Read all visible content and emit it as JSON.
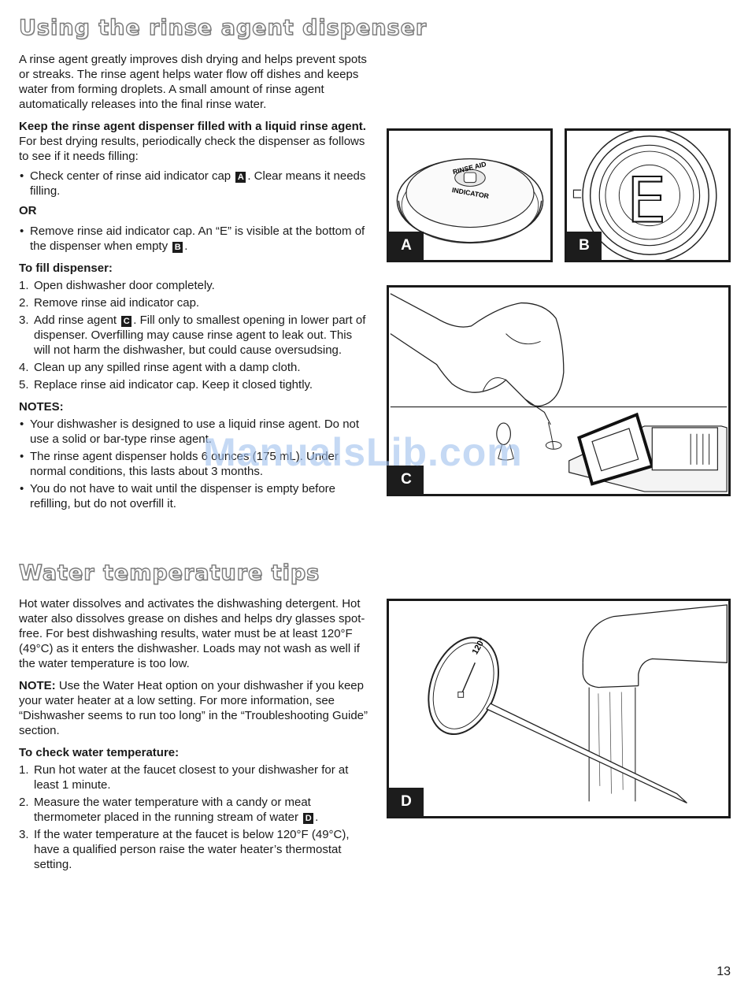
{
  "section1": {
    "heading": "Using the rinse agent dispenser",
    "intro": "A rinse agent greatly improves dish drying and helps prevent spots or streaks. The rinse agent helps water flow off dishes and keeps water from forming droplets. A small amount of rinse agent automatically releases into the final rinse water.",
    "keep_bold": "Keep the rinse agent dispenser filled with a liquid rinse agent.",
    "keep_text": " For best drying results, periodically check the dispenser as follows to see if it needs filling:",
    "bullet1_pre": "Check center of rinse aid indicator cap ",
    "bullet1_ref": "A",
    "bullet1_post": ". Clear means it needs filling.",
    "or_label": "OR",
    "bullet2_pre": "Remove rinse aid indicator cap. An “E” is visible at the bottom of the dispenser when empty ",
    "bullet2_ref": "B",
    "bullet2_post": ".",
    "fill_label": "To fill dispenser:",
    "steps": [
      {
        "num": "1.",
        "text": "Open dishwasher door completely."
      },
      {
        "num": "2.",
        "text": "Remove rinse aid indicator cap."
      },
      {
        "num": "3.",
        "pre": "Add rinse agent ",
        "ref": "C",
        "post": ". Fill only to smallest opening in lower part of dispenser. Overfilling may cause rinse agent to leak out. This will not harm the dishwasher, but could cause oversudsing."
      },
      {
        "num": "4.",
        "text": "Clean up any spilled rinse agent with a damp cloth."
      },
      {
        "num": "5.",
        "text": "Replace rinse aid indicator cap. Keep it closed tightly."
      }
    ],
    "notes_label": "NOTES:",
    "notes": [
      "Your dishwasher is designed to use a liquid rinse agent. Do not use a solid or bar-type rinse agent.",
      "The rinse agent dispenser holds 6 ounces (175 mL). Under normal conditions, this lasts about 3 months.",
      "You do not have to wait until the dispenser is empty before refilling, but do not overfill it."
    ]
  },
  "section2": {
    "heading": "Water temperature tips",
    "intro": "Hot water dissolves and activates the dishwashing detergent. Hot water also dissolves grease on dishes and helps dry glasses spot-free. For best dishwashing results, water must be at least 120°F (49°C) as it enters the dishwasher. Loads may not wash as well if the water temperature is too low.",
    "note_bold": "NOTE:",
    "note_text": " Use the Water Heat option on your dishwasher if you keep your water heater at a low setting. For more information, see “Dishwasher seems to run too long” in the “Troubleshooting Guide” section.",
    "check_label": "To check water temperature:",
    "steps": [
      {
        "num": "1.",
        "text": "Run hot water at the faucet closest to your dishwasher for at least 1 minute."
      },
      {
        "num": "2.",
        "pre": "Measure the water temperature with a candy or meat thermometer placed in the running stream of water ",
        "ref": "D",
        "post": "."
      },
      {
        "num": "3.",
        "text": "If the water temperature at the faucet is below 120°F (49°C), have a qualified person raise the water heater’s thermostat setting."
      }
    ]
  },
  "figures": {
    "a_label": "A",
    "a_cap_text_top": "RINSE AID",
    "a_cap_text_bottom": "INDICATOR",
    "b_label": "B",
    "b_letter": "E",
    "c_label": "C",
    "d_label": "D",
    "d_dial_text": "120°"
  },
  "watermark": "ManualsLib.com",
  "page_number": "13"
}
